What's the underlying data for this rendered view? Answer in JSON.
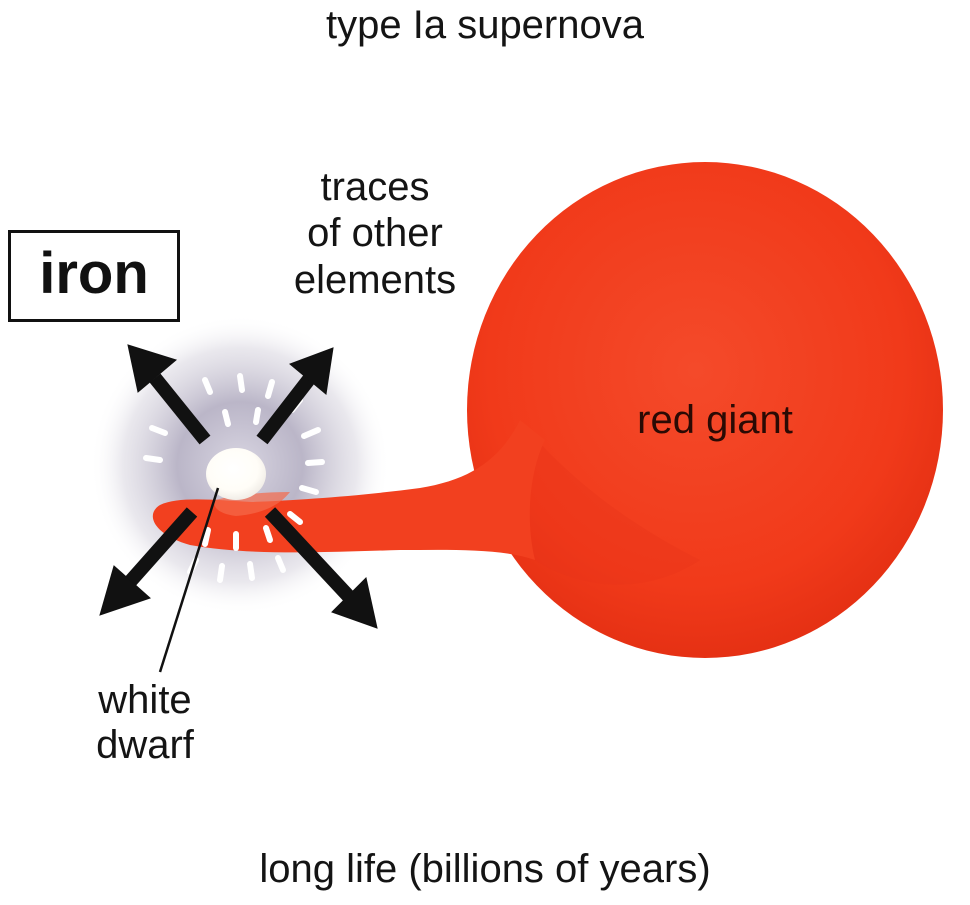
{
  "title": "type Ia supernova",
  "footer": "long life (billions of years)",
  "labels": {
    "iron": "iron",
    "traces": "traces\nof other\nelements",
    "red_giant": "red giant",
    "white_dwarf": "white\ndwarf"
  },
  "colors": {
    "red_giant": "#f23a1c",
    "glow": "#b9b4c6",
    "white_dwarf": "#ffffff",
    "arrow": "#111111",
    "text": "#141414"
  },
  "icons": {
    "explosion_arrows": "arrow-icon"
  }
}
